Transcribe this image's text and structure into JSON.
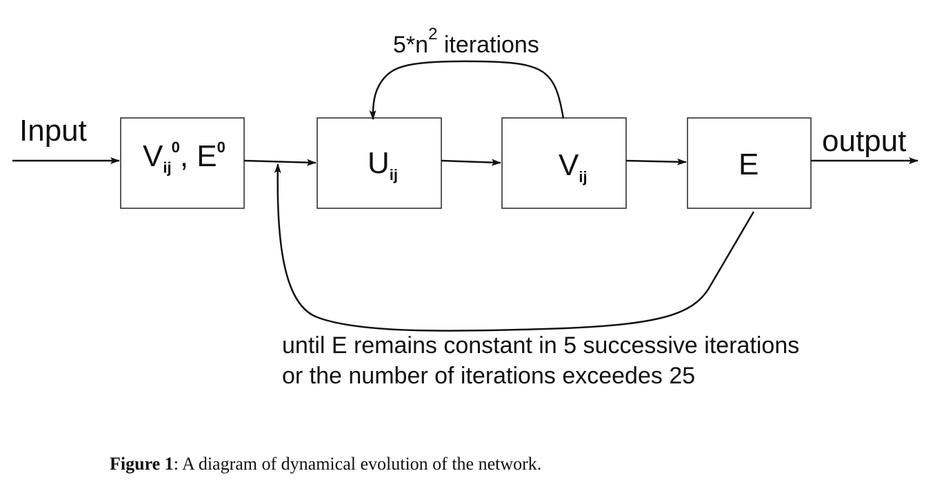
{
  "input_label": "Input",
  "output_label": "output",
  "blocks": {
    "init": {
      "main": "V",
      "sub": "ij",
      "sup": "0",
      "sep": ", E",
      "sup2": "0"
    },
    "u": {
      "main": "U",
      "sub": "ij"
    },
    "v": {
      "main": "V",
      "sub": "ij"
    },
    "e": {
      "main": "E"
    }
  },
  "inner_loop": {
    "prefix": "5*n",
    "power": "2",
    "suffix": " iterations"
  },
  "outer_loop": {
    "line1": "until E remains constant in 5 successive iterations",
    "line2": "or the number of iterations exceedes 25"
  },
  "caption": {
    "bold": "Figure 1",
    "text": ": A diagram of dynamical evolution of the network."
  }
}
